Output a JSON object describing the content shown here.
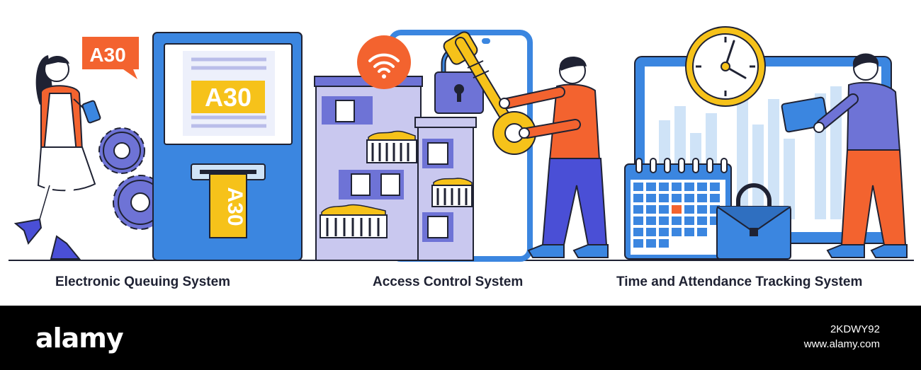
{
  "illustrations": {
    "queue": {
      "bubble_text": "A30",
      "screen_ticket": "A30",
      "printed_ticket": "A30",
      "caption": "Electronic Queuing System"
    },
    "access": {
      "caption": "Access Control System"
    },
    "attendance": {
      "caption": "Time and Attendance Tracking System"
    }
  },
  "footer": {
    "brand": "alamy",
    "image_id": "2KDWY92",
    "url": "www.alamy.com"
  },
  "colors": {
    "blue": "#3b86e0",
    "light_blue": "#cfe3f7",
    "orange": "#f3632f",
    "yellow": "#f6c21a",
    "purple": "#6e73d6",
    "lavender": "#c9c8ef",
    "outline": "#1f2233"
  }
}
